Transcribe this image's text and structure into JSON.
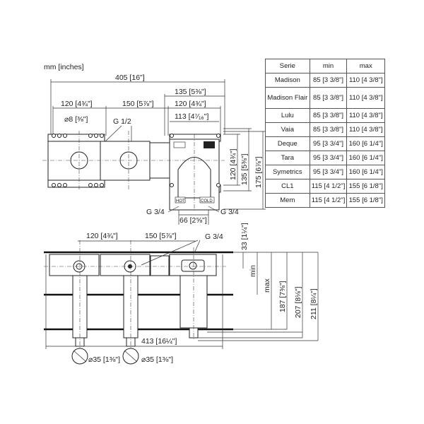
{
  "units_label": "mm [inches]",
  "top_view": {
    "overall_width": "405 [16\"]",
    "thermo_width_135": "135 [5⅜\"]",
    "spacing_left": "120 [4¾\"]",
    "spacing_mid": "150 [5⅞\"]",
    "thermo_width_120": "120 [4¾\"]",
    "thermo_width_113": "113 [4⁷⁄₁₆\"]",
    "hole_diameter": "⌀8 [⅜\"]",
    "inlet_thread": "G 1/2",
    "height_120": "120 [4¾\"]",
    "height_135": "135 [5⅜\"]",
    "height_175": "175 [6⅞\"]",
    "outlet_left": "G 3/4",
    "outlet_right": "G 3/4",
    "outlet_spacing": "66 [2⅝\"]",
    "hot_label": "HOT",
    "cold_label": "COLD"
  },
  "section_view": {
    "offset_33": "33 [1¼\"]",
    "spacing_left": "120 [4¾\"]",
    "spacing_mid": "150 [5⅞\"]",
    "thread": "G 3/4",
    "min_label": "min",
    "max_label": "max",
    "depth_187": "187 [7⅜\"]",
    "depth_207": "207 [8⅛\"]",
    "depth_211": "211 [8¼\"]",
    "overall_413": "413 [16¼\"]",
    "diameter_left": "⌀35 [1⅜\"]",
    "diameter_right": "⌀35 [1⅜\"]"
  },
  "table": {
    "headers": [
      "Serie",
      "min",
      "max"
    ],
    "rows": [
      [
        "Madison",
        "85 [3 3/8\"]",
        "110 [4 3/8\"]"
      ],
      [
        "Madison Flair",
        "85 [3 3/8\"]",
        "110 [4 3/8\"]"
      ],
      [
        "Lulu",
        "85 [3 3/8\"]",
        "110 [4 3/8\"]"
      ],
      [
        "Vaia",
        "85 [3 3/8\"]",
        "110 [4 3/8\"]"
      ],
      [
        "Deque",
        "95 [3 3/4\"]",
        "160 [6 1/4\"]"
      ],
      [
        "Tara",
        "95 [3 3/4\"]",
        "160 [6 1/4\"]"
      ],
      [
        "Symetrics",
        "95 [3 3/4\"]",
        "160 [6 1/4\"]"
      ],
      [
        "CL1",
        "115 [4 1/2\"]",
        "155 [6 1/8\"]"
      ],
      [
        "Mem",
        "115 [4 1/2\"]",
        "155 [6 1/8\"]"
      ]
    ]
  }
}
